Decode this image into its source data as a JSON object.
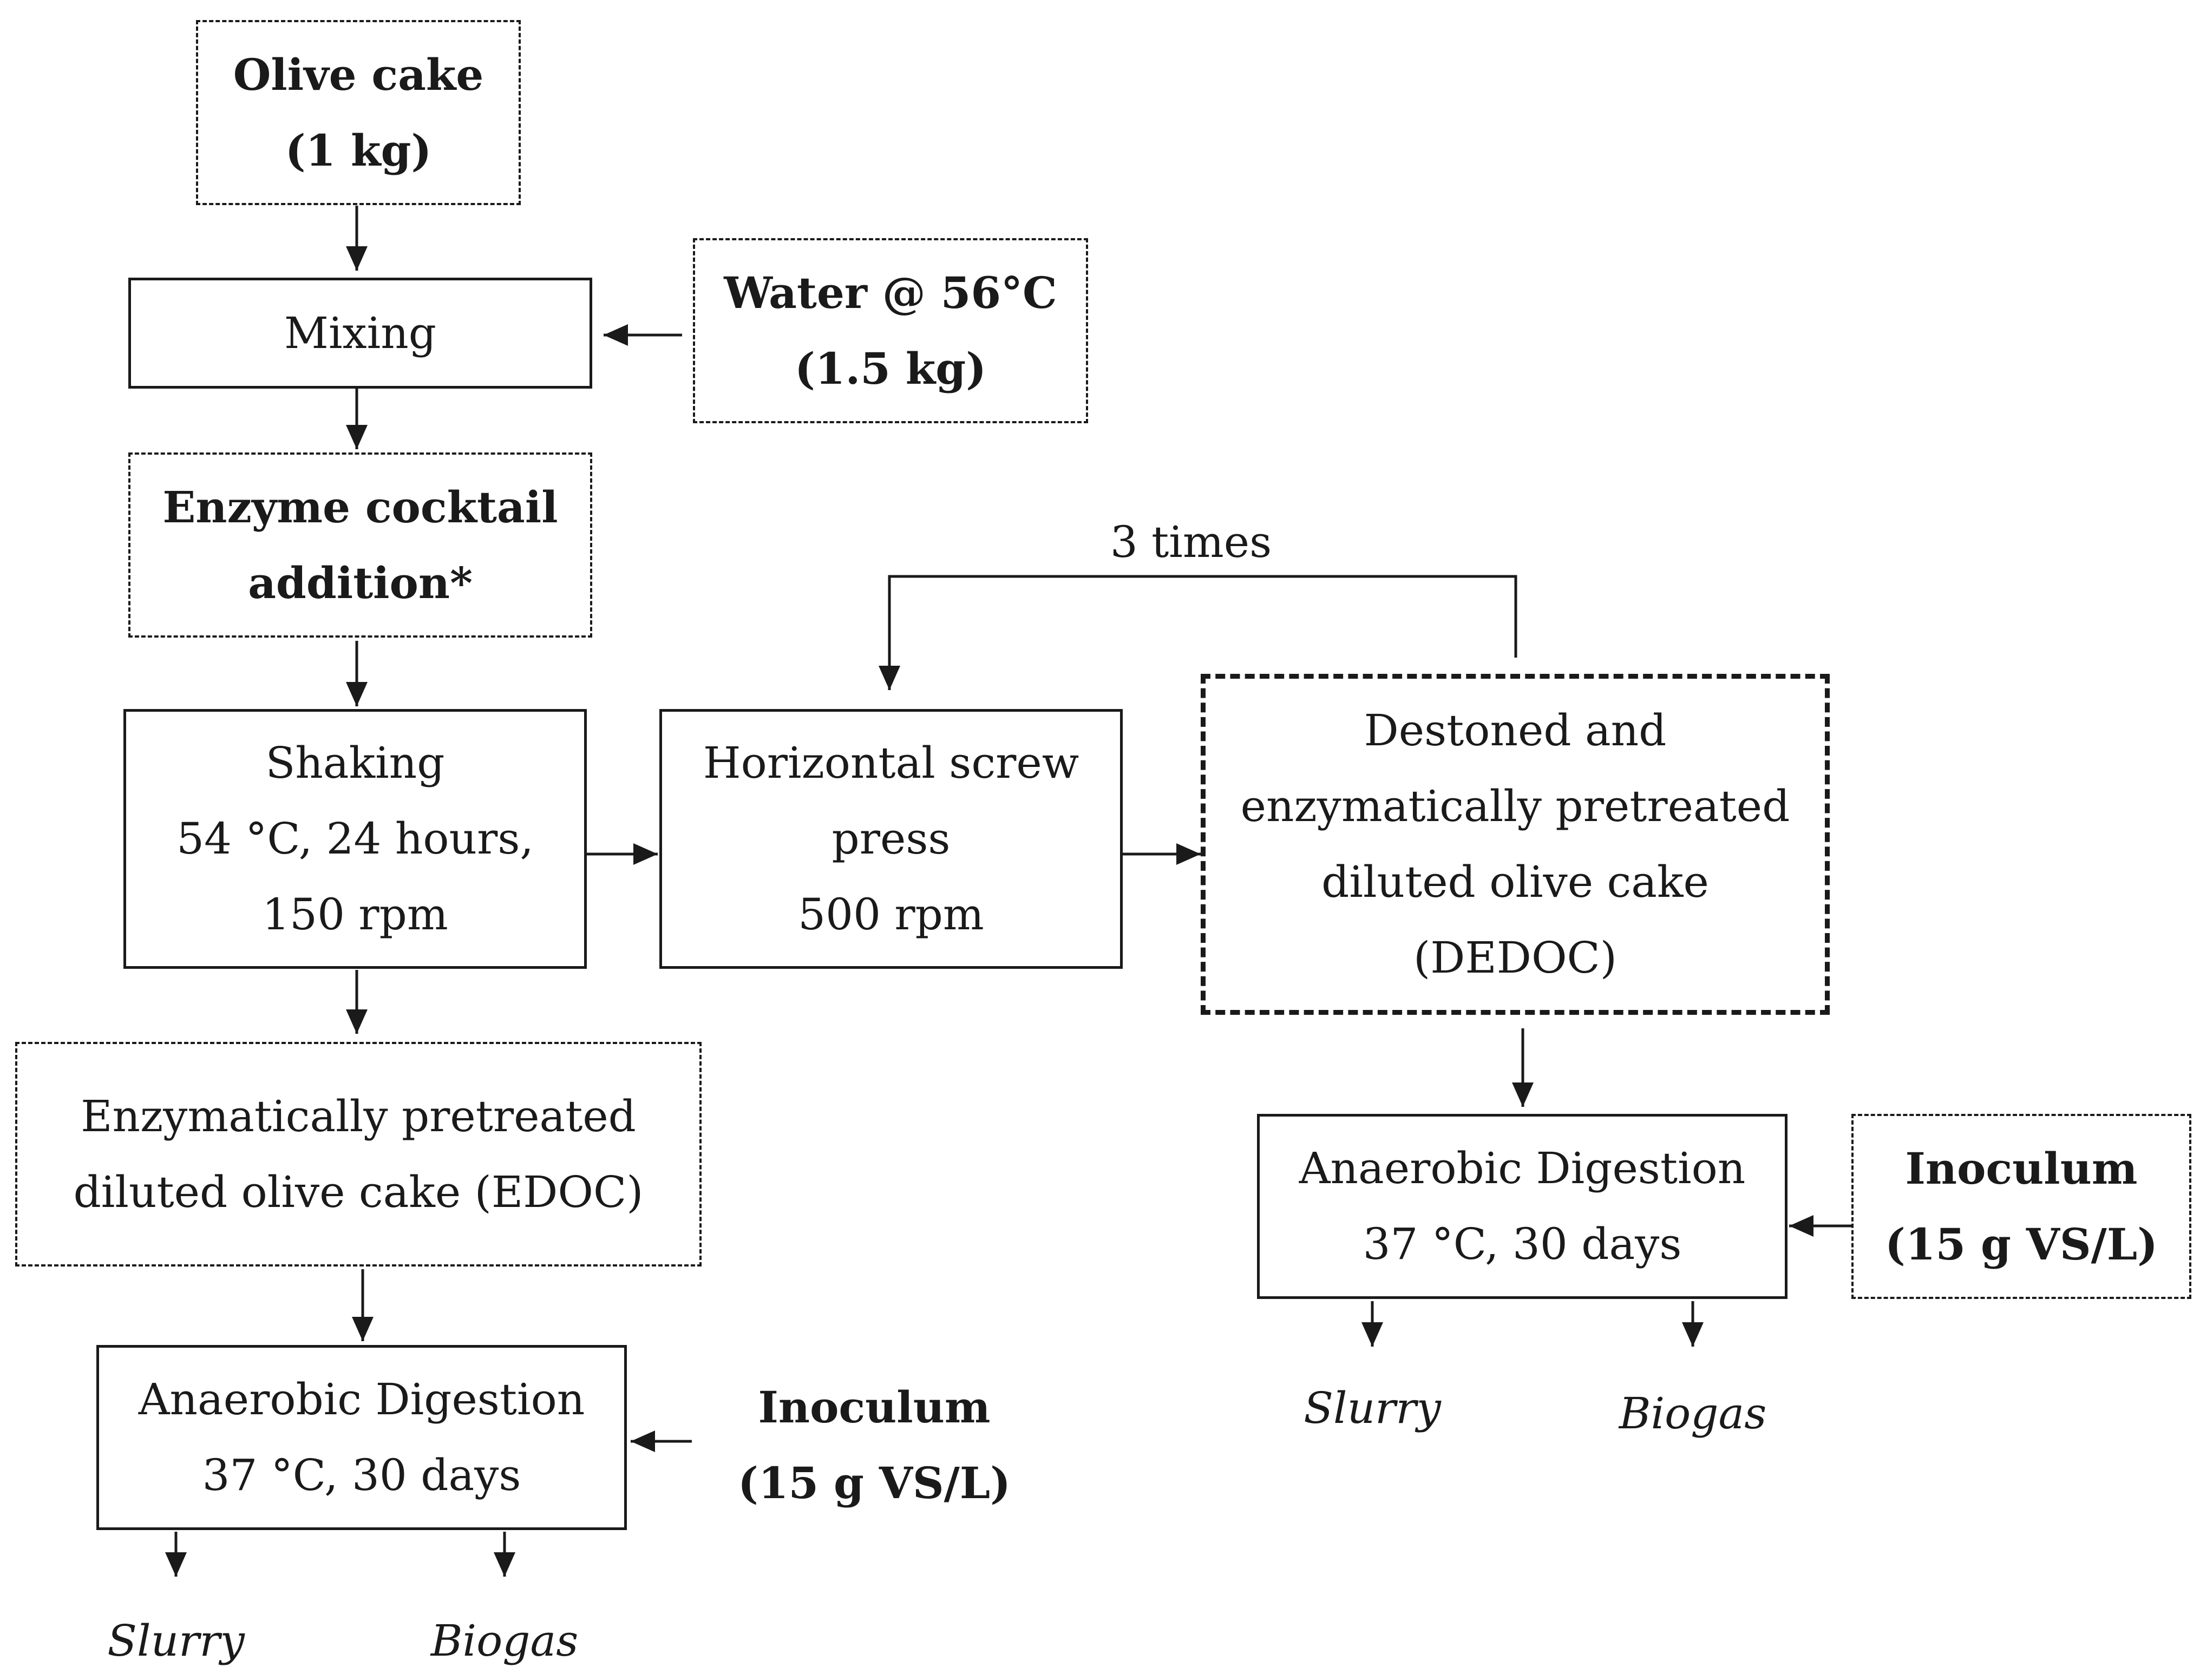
{
  "nodes": {
    "olive_cake": {
      "lines": [
        "Olive cake",
        "(1 kg)"
      ]
    },
    "mixing": {
      "lines": [
        "Mixing"
      ]
    },
    "water": {
      "lines": [
        "Water @ 56°C",
        "(1.5 kg)"
      ]
    },
    "enzyme": {
      "lines": [
        "Enzyme cocktail",
        "addition*"
      ]
    },
    "shaking": {
      "lines": [
        "Shaking",
        "54 °C, 24 hours,",
        "150 rpm"
      ]
    },
    "screw_press": {
      "lines": [
        "Horizontal screw",
        "press",
        "500 rpm"
      ]
    },
    "dedoc": {
      "lines": [
        "Destoned and",
        "enzymatically pretreated",
        "diluted olive cake",
        "(DEDOC)"
      ]
    },
    "edoc": {
      "lines": [
        "Enzymatically pretreated",
        "diluted olive cake (EDOC)"
      ]
    },
    "ad_left": {
      "lines": [
        "Anaerobic Digestion",
        "37 °C, 30 days"
      ]
    },
    "ad_right": {
      "lines": [
        "Anaerobic Digestion",
        "37 °C, 30 days"
      ]
    },
    "inoculum_left": {
      "lines": [
        "Inoculum",
        "(15 g VS/L)"
      ]
    },
    "inoculum_right": {
      "lines": [
        "Inoculum",
        "(15 g VS/L)"
      ]
    }
  },
  "labels": {
    "loop": "3 times",
    "slurry_left": "Slurry",
    "biogas_left": "Biogas",
    "slurry_right": "Slurry",
    "biogas_right": "Biogas"
  },
  "colors": {
    "stroke": "#1a1a1a",
    "background": "#ffffff"
  }
}
